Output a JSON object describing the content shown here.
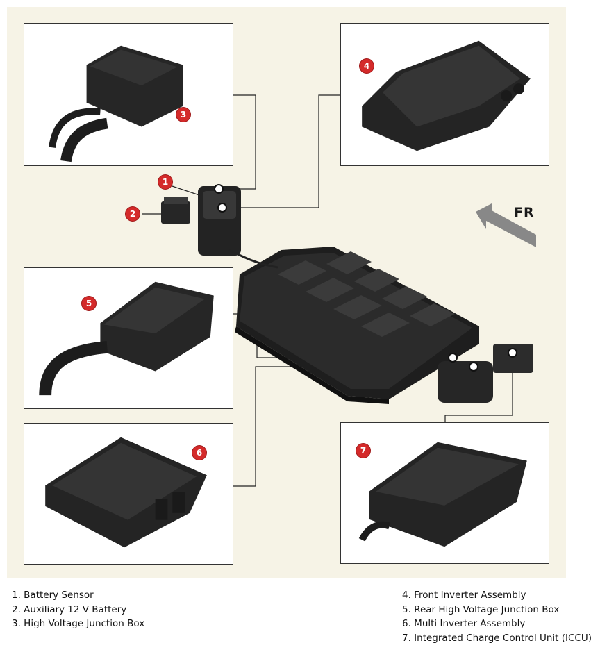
{
  "callouts": [
    {
      "number": "1",
      "label": "Battery Sensor"
    },
    {
      "number": "2",
      "label": "Auxiliary 12 V Battery"
    },
    {
      "number": "3",
      "label": "High Voltage Junction Box"
    },
    {
      "number": "4",
      "label": "Front Inverter Assembly"
    },
    {
      "number": "5",
      "label": "Rear High Voltage Junction Box"
    },
    {
      "number": "6",
      "label": "Multi Inverter Assembly"
    },
    {
      "number": "7",
      "label": "Integrated Charge Control Unit (ICCU)"
    }
  ],
  "legend_left": [
    "1. Battery Sensor",
    "2. Auxiliary 12 V Battery",
    "3. High Voltage Junction Box"
  ],
  "legend_right": [
    "4. Front Inverter Assembly",
    "5. Rear High Voltage Junction Box",
    "6. Multi Inverter Assembly",
    "7. Integrated Charge Control Unit (ICCU)"
  ],
  "direction_label": "FR",
  "colors": {
    "badge": "#d42a2a",
    "background": "#f6f3e6",
    "component": "#262626"
  }
}
